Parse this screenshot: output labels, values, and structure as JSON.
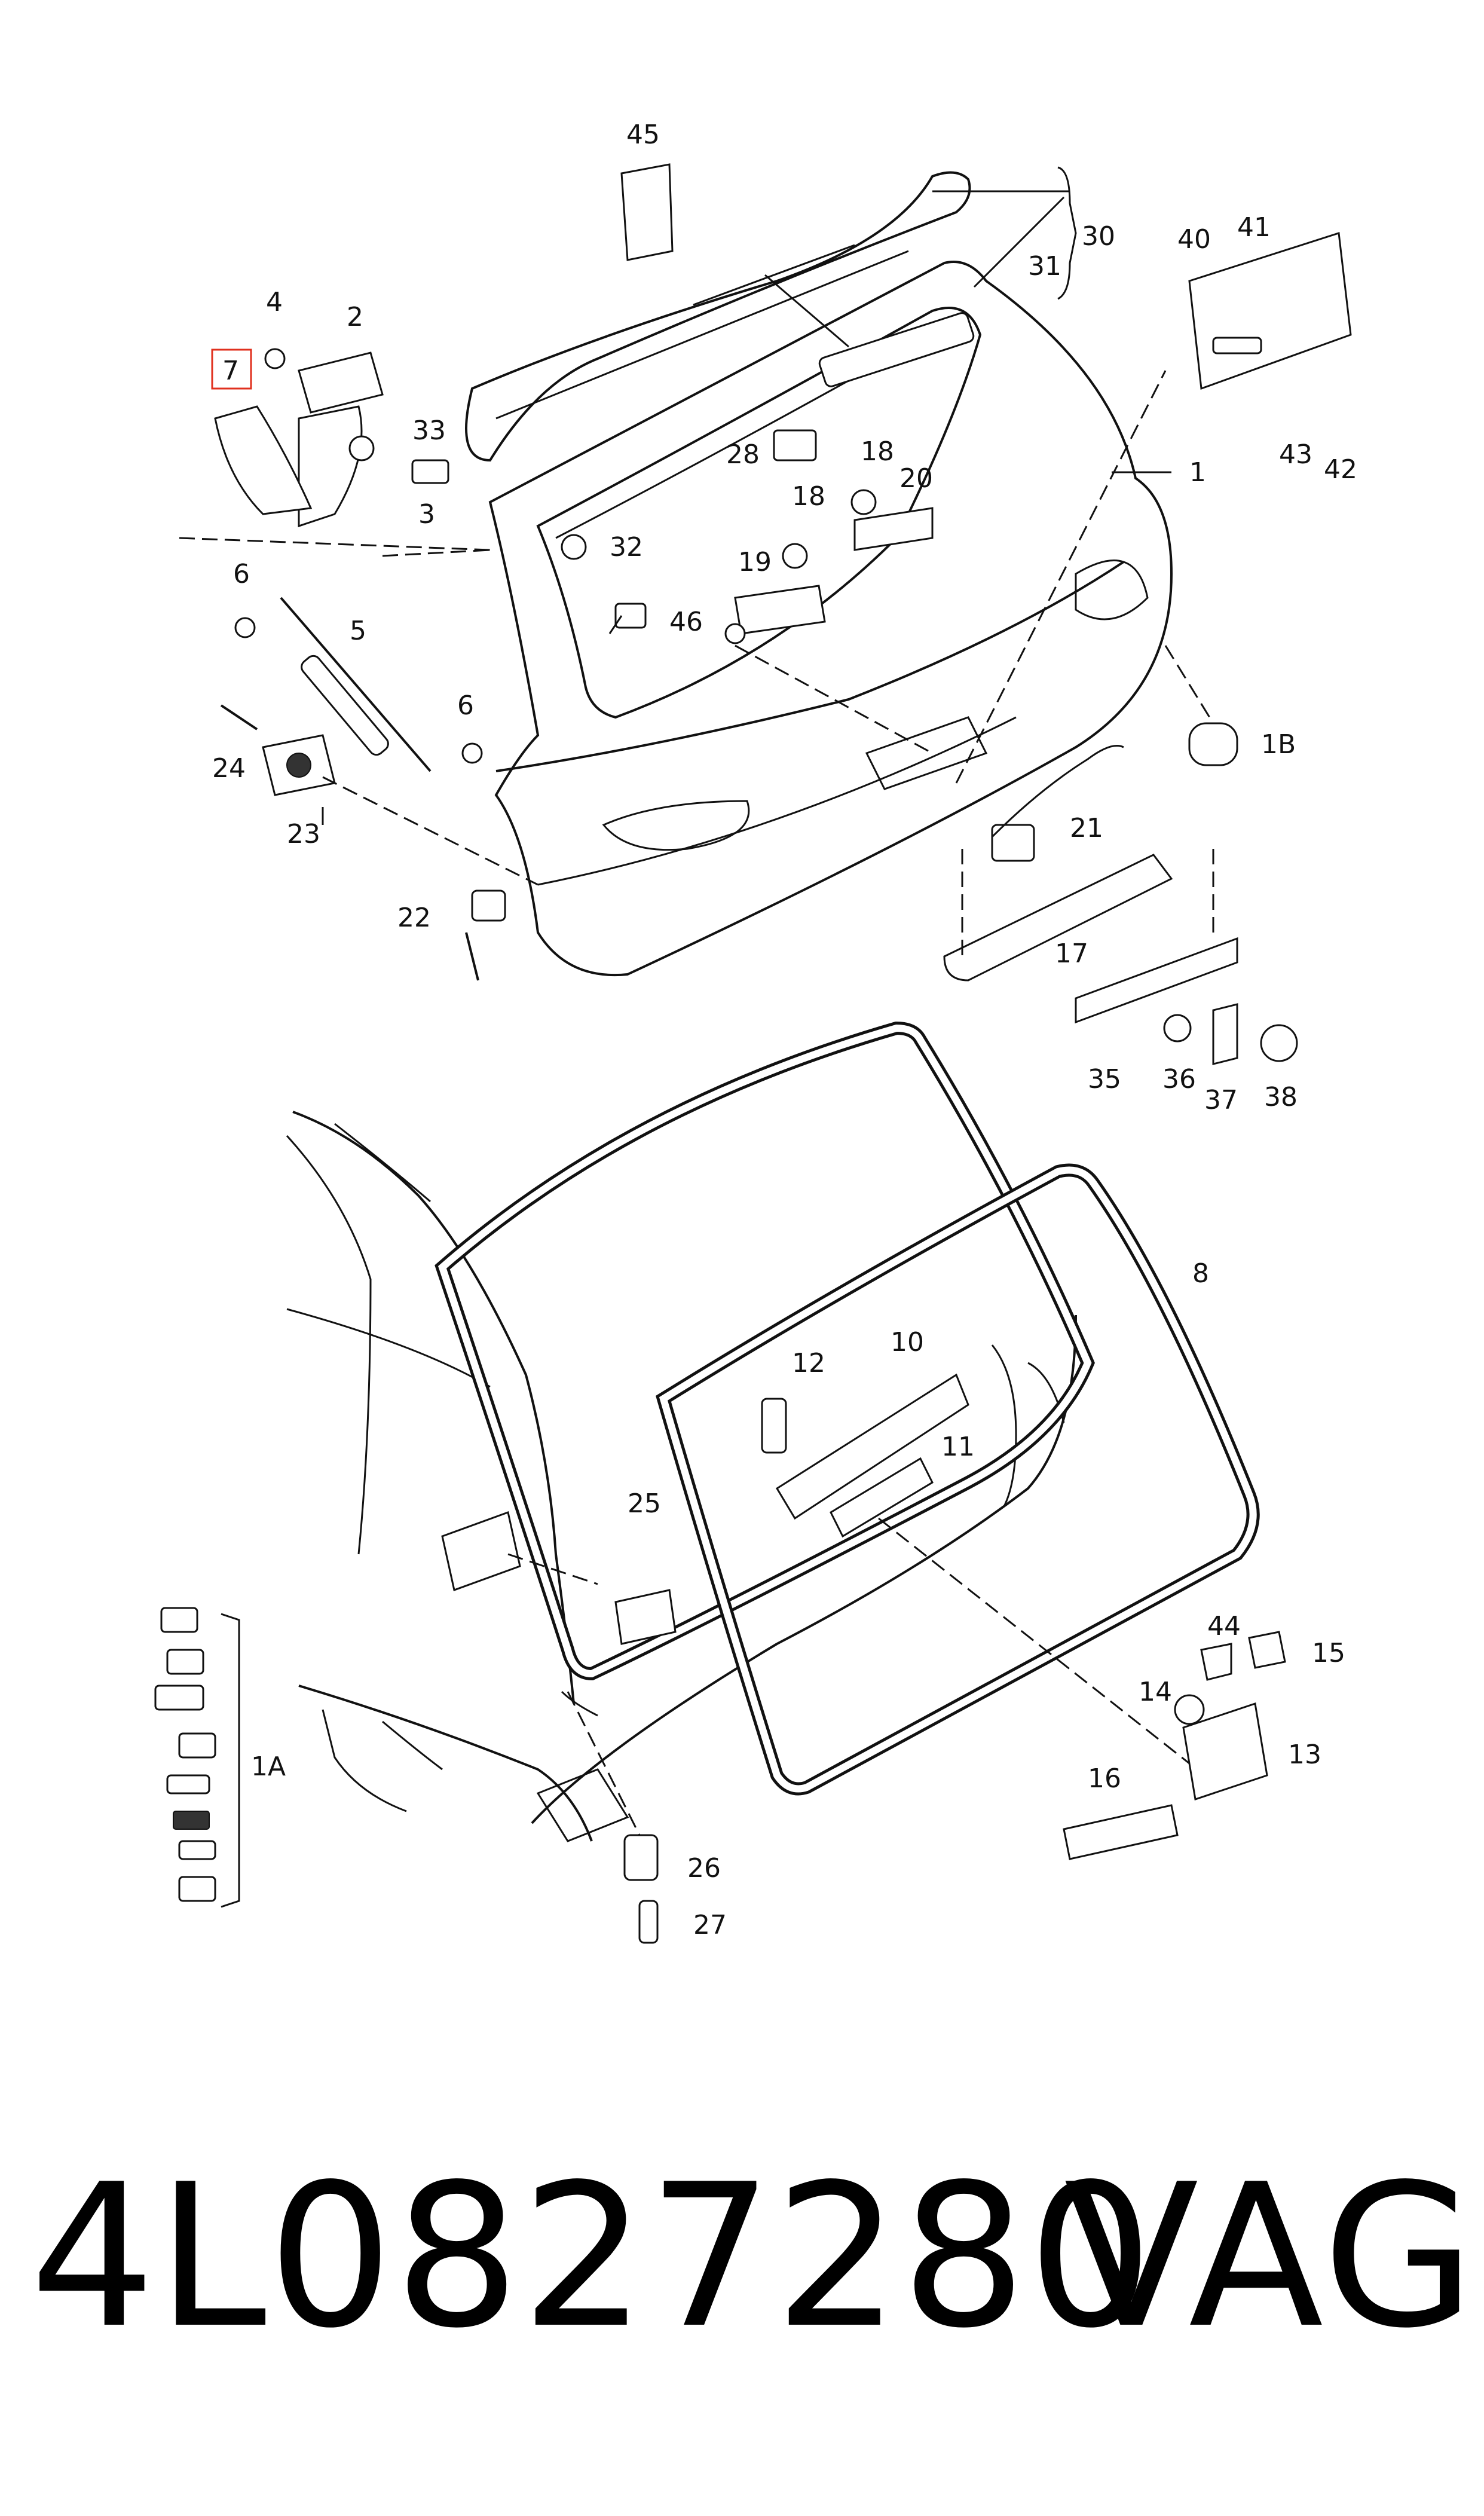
{
  "highlighted_part": "7",
  "part_labels": {
    "p45": "45",
    "p30": "30",
    "p31": "31",
    "p40": "40",
    "p41": "41",
    "p4": "4",
    "p2": "2",
    "p7": "7",
    "p33": "33",
    "p3": "3",
    "p28": "28",
    "p18a": "18",
    "p20": "20",
    "p1": "1",
    "p43": "43",
    "p42": "42",
    "p32": "32",
    "p18b": "18",
    "p19": "19",
    "p46": "46",
    "p6a": "6",
    "p5": "5",
    "p6b": "6",
    "p24": "24",
    "p23": "23",
    "p1B": "1B",
    "p21": "21",
    "p22": "22",
    "p17": "17",
    "p35": "35",
    "p36": "36",
    "p37": "37",
    "p38": "38",
    "p8": "8",
    "p12": "12",
    "p10": "10",
    "p11": "11",
    "p25": "25",
    "p44": "44",
    "p15": "15",
    "p14": "14",
    "p13": "13",
    "p1A": "1A",
    "p16": "16",
    "p26": "26",
    "p27": "27"
  },
  "footer": {
    "part_number": "4L0827280",
    "brand": "VAG"
  }
}
